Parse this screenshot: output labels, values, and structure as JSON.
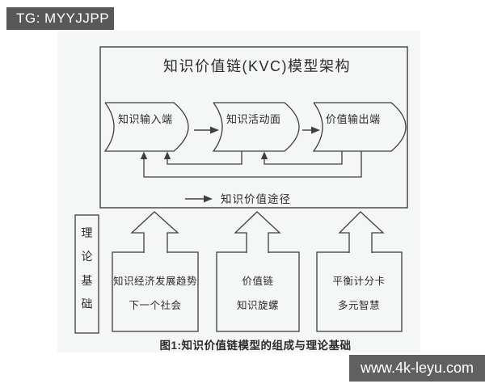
{
  "watermarks": {
    "telegram_badge": "TG: MYYJJPP",
    "site_badge": "www.4k-leyu.com"
  },
  "figure": {
    "title": "知识价值链(KVC)模型架构",
    "chain_nodes": [
      {
        "label": "知识输入端"
      },
      {
        "label": "知识活动面"
      },
      {
        "label": "价值输出端"
      }
    ],
    "legend_label": "知识价值途径",
    "theory_axis": {
      "label": "理论基础",
      "chars": [
        "理",
        "论",
        "基",
        "础"
      ]
    },
    "foundation_boxes": [
      {
        "line1": "知识经济发展趋势",
        "line2": "下一个社会"
      },
      {
        "line1": "价值链",
        "line2": "知识旋螺"
      },
      {
        "line1": "平衡计分卡",
        "line2": "多元智慧"
      }
    ],
    "caption": "图1:知识价值链模型的组成与理论基础"
  },
  "colors": {
    "page_bg": "#ffffff",
    "scan_bg": "#f5f6f6",
    "line": "#3f3f3f",
    "text": "#2b2b2b",
    "telegram_badge_bg": "#58585a",
    "site_badge_bg": "#606060",
    "badge_text": "#ffffff"
  }
}
